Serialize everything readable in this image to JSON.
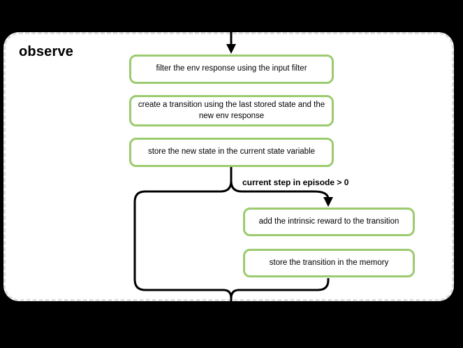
{
  "diagram": {
    "title": "observe",
    "boxes": [
      {
        "id": "filter-env-response",
        "label": "filter the env response using the input filter"
      },
      {
        "id": "create-transition",
        "label": "create a transition using the last stored state and the\nnew env response"
      },
      {
        "id": "store-new-state",
        "label": "store the new state in the current state variable"
      },
      {
        "id": "add-intrinsic-reward",
        "label": "add the intrinsic reward to the transition"
      },
      {
        "id": "store-transition",
        "label": "store the transition in the memory"
      }
    ],
    "branch_label": "current step in episode > 0",
    "colors": {
      "node_border": "#9bcb6e",
      "node_fill": "#ffffff",
      "connector": "#000000",
      "frame_fill": "#ffffff",
      "frame_border": "#dedede",
      "background": "#000000",
      "text": "#000000"
    }
  }
}
